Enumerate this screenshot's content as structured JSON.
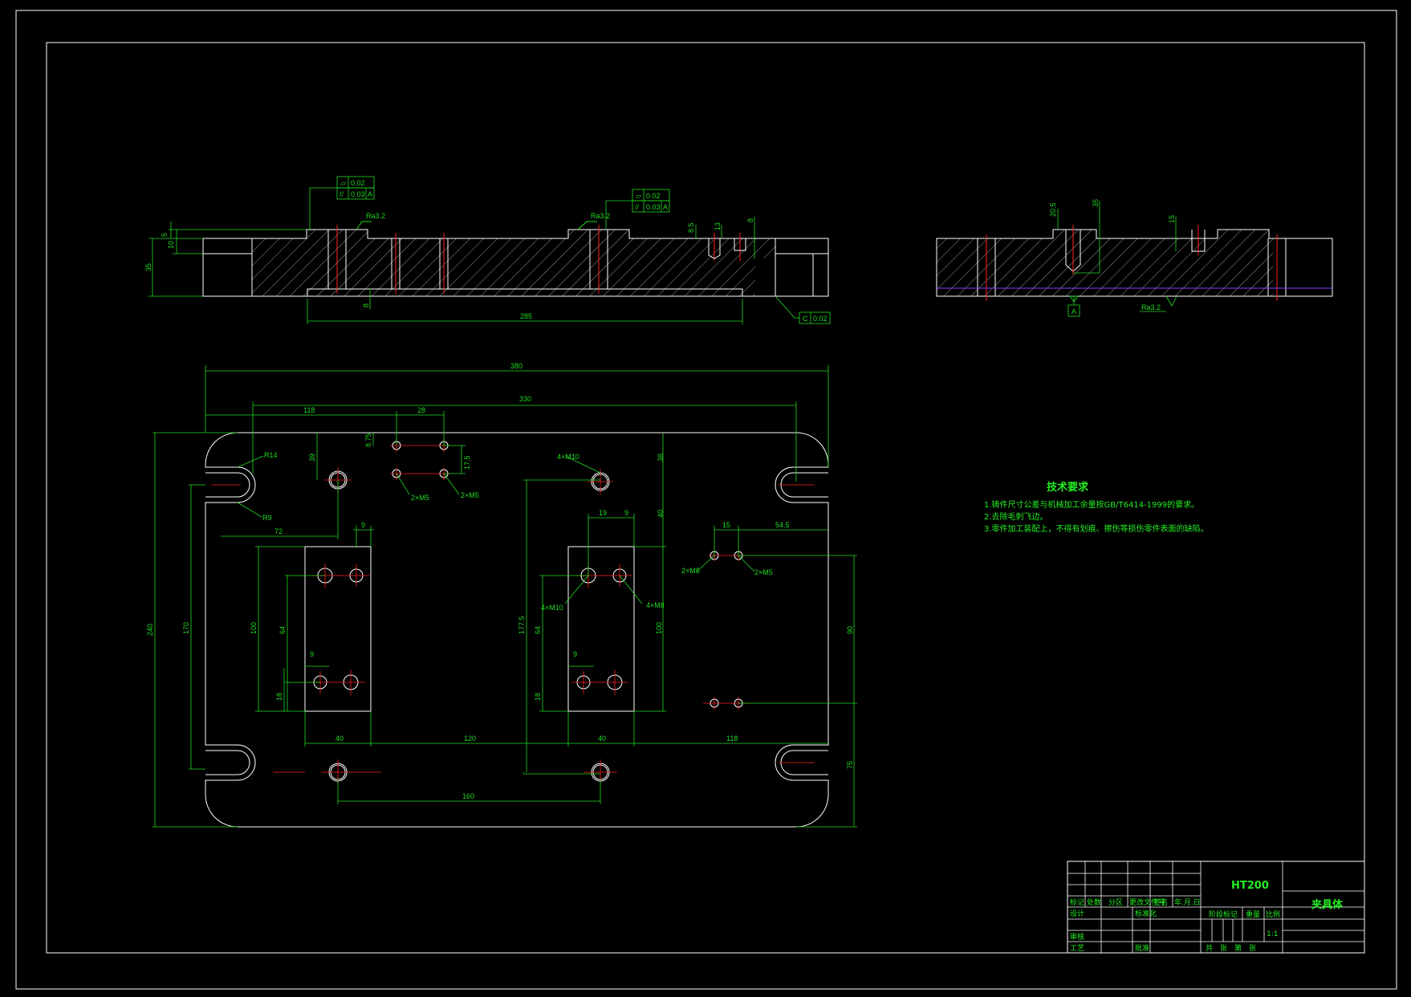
{
  "colors": {
    "background": "#000000",
    "outline": "#ffffff",
    "dimension": "#1fdc1f",
    "centerline": "#ff2020",
    "hidden_line": "#8a3cff"
  },
  "front_view": {
    "flatness_1": "0.02",
    "parallel_1": "0.03",
    "datum_1": "A",
    "flatness_2": "0.02",
    "parallel_2": "0.03",
    "datum_2": "A",
    "rough_1": "Ra3.2",
    "rough_2": "Ra3.2",
    "dim_5": "5",
    "dim_10": "10",
    "dim_35": "35",
    "dim_8": "8",
    "dim_285": "285",
    "dim_85": "8.5",
    "dim_13": "13",
    "dim_8b": "8",
    "flat_c": "C",
    "flat_c_val": "0.02"
  },
  "side_view": {
    "dim_205": "20.5",
    "dim_35": "35",
    "dim_15": "15",
    "datum": "A",
    "rough": "Ra3.2"
  },
  "plan_view": {
    "d380": "380",
    "d330": "330",
    "d118": "118",
    "d28": "28",
    "d875": "8.75",
    "d175": "17.5",
    "r14": "R14",
    "r9": "R9",
    "d72": "72",
    "d39": "39",
    "d38": "38",
    "d40": "40",
    "d9a": "9",
    "d19": "19",
    "d9b": "9",
    "d15": "15",
    "d545": "54.5",
    "m10_top": "4×M10",
    "m5_a": "2×M5",
    "m5_b": "2×M5",
    "m8_c": "2×M8",
    "m5_d": "2×M5",
    "m10_mid": "4×M10",
    "m8_mid": "4×M8",
    "d240": "240",
    "d170": "170",
    "d100a": "100",
    "d64a": "64",
    "d9c": "9",
    "d18a": "18",
    "d1775": "177.5",
    "d64b": "64",
    "d9d": "9",
    "d18b": "18",
    "d100b": "100",
    "d90": "90",
    "d75": "75",
    "d40a": "40",
    "d120": "120",
    "d40b": "40",
    "d118b": "118",
    "d160": "160"
  },
  "tech_notes": {
    "title": "技术要求",
    "items": [
      "1.铸件尺寸公差与机械加工余量按GB/T6414-1999的要求。",
      "2.去除毛刺飞边。",
      "3.零件加工装配上，不得有划痕、擦伤等损伤零件表面的缺陷。"
    ]
  },
  "title_block": {
    "material": "HT200",
    "part_name": "夹具体",
    "h_mark": "标记",
    "h_count": "处数",
    "h_zone": "分区",
    "h_docno": "更改文件号",
    "h_sign": "签名",
    "h_date": "年.月.日",
    "r_design": "设计",
    "r_std": "标准化",
    "r_check": "审核",
    "r_process": "工艺",
    "r_approve": "批准",
    "h_stage": "阶段标记",
    "h_weight": "重量",
    "h_scale": "比例",
    "scale": "1:1",
    "sheets": "共　张　第　张"
  }
}
